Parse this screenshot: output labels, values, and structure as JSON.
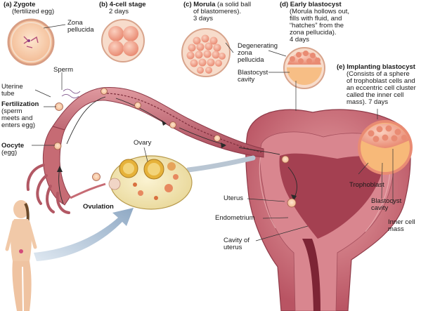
{
  "stages": {
    "zygote": {
      "letter": "(a)",
      "title": "Zygote",
      "sub": "(fertilized egg)"
    },
    "four_cell": {
      "letter": "(b)",
      "title": "4-cell stage",
      "sub": "2 days"
    },
    "morula": {
      "letter": "(c)",
      "title": "Morula",
      "desc1": "(a solid ball",
      "desc2": "of blastomeres).",
      "days": "3 days"
    },
    "early_blastocyst": {
      "letter": "(d)",
      "title": "Early blastocyst",
      "d1": "(Morula hollows out,",
      "d2": "fills with fluid, and",
      "d3": "“hatches” from the",
      "d4": "zona pellucida).",
      "days": "4 days"
    },
    "implanting": {
      "letter": "(e)",
      "title": "Implanting blastocyst",
      "d1": "(Consists of a sphere",
      "d2": "of trophoblast cells and",
      "d3": "an eccentric cell cluster",
      "d4": "called the inner cell",
      "d5": "mass). 7 days"
    }
  },
  "labels": {
    "zona_pellucida_1": "Zona",
    "zona_pellucida_2": "pellucida",
    "sperm": "Sperm",
    "uterine_tube_1": "Uterine",
    "uterine_tube_2": "tube",
    "fertilization": "Fertilization",
    "fert_d1": "(sperm",
    "fert_d2": "meets and",
    "fert_d3": "enters egg)",
    "oocyte": "Oocyte",
    "oocyte_sub": "(egg)",
    "ovary": "Ovary",
    "ovulation": "Ovulation",
    "degen_1": "Degenerating",
    "degen_2": "zona",
    "degen_3": "pellucida",
    "blasto_cav_1": "Blastocyst",
    "blasto_cav_2": "cavity",
    "trophoblast": "Trophoblast",
    "blasto_cav_e1": "Blastocyst",
    "blasto_cav_e2": "cavity",
    "inner_1": "Inner cell",
    "inner_2": "mass",
    "uterus": "Uterus",
    "endometrium": "Endometrium",
    "cav_1": "Cavity of",
    "cav_2": "uterus"
  },
  "colors": {
    "tissue": "#c9727a",
    "tissue_dark": "#9b3f4b",
    "tissue_light": "#e6a6a8",
    "egg": "#f6c9a6",
    "cell": "#f3a98a",
    "ovary": "#f4e9b8",
    "follicle": "#e6b23a",
    "arrow": "#a8bed4"
  }
}
